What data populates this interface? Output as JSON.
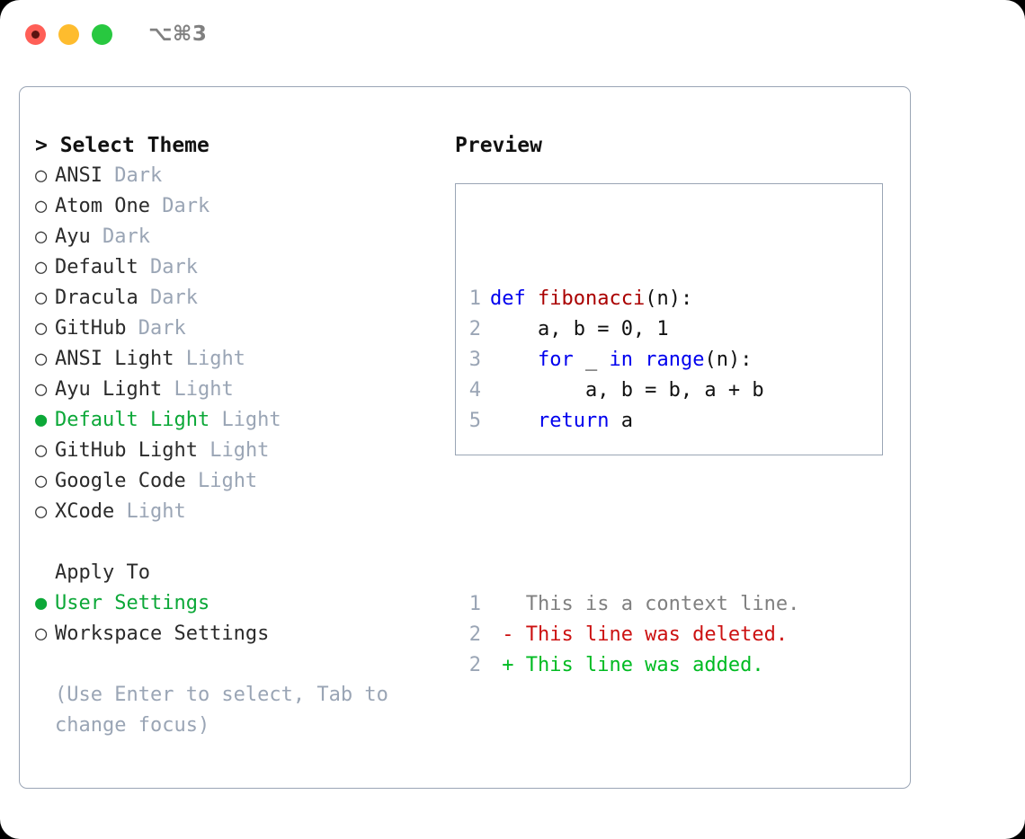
{
  "titlebar": {
    "shortcut": "⌥⌘3",
    "buttons": [
      {
        "name": "close",
        "color": "#ff5f57"
      },
      {
        "name": "minimize",
        "color": "#febc2e"
      },
      {
        "name": "zoom",
        "color": "#28c840"
      }
    ]
  },
  "theme_picker": {
    "heading_caret": "> ",
    "heading": "Select Theme",
    "bullet_selected": "●",
    "bullet_unselected": "○",
    "items": [
      {
        "label": "ANSI",
        "suffix": "Dark",
        "selected": false
      },
      {
        "label": "Atom One",
        "suffix": "Dark",
        "selected": false
      },
      {
        "label": "Ayu",
        "suffix": "Dark",
        "selected": false
      },
      {
        "label": "Default",
        "suffix": "Dark",
        "selected": false
      },
      {
        "label": "Dracula",
        "suffix": "Dark",
        "selected": false
      },
      {
        "label": "GitHub",
        "suffix": "Dark",
        "selected": false
      },
      {
        "label": "ANSI Light",
        "suffix": "Light",
        "selected": false
      },
      {
        "label": "Ayu Light",
        "suffix": "Light",
        "selected": false
      },
      {
        "label": "Default Light",
        "suffix": "Light",
        "selected": true
      },
      {
        "label": "GitHub Light",
        "suffix": "Light",
        "selected": false
      },
      {
        "label": "Google Code",
        "suffix": "Light",
        "selected": false
      },
      {
        "label": "XCode",
        "suffix": "Light",
        "selected": false
      }
    ]
  },
  "apply_to": {
    "heading": "Apply To",
    "items": [
      {
        "label": "User Settings",
        "selected": true
      },
      {
        "label": "Workspace Settings",
        "selected": false
      }
    ]
  },
  "hint": "(Use Enter to select, Tab to change focus)",
  "preview": {
    "heading": "Preview",
    "code_lines": [
      {
        "number": "1",
        "tokens": [
          {
            "text": "def ",
            "type": "kw"
          },
          {
            "text": "fibonacci",
            "type": "fn"
          },
          {
            "text": "(n):",
            "type": "plain"
          }
        ]
      },
      {
        "number": "2",
        "tokens": [
          {
            "text": "    a, b = 0, 1",
            "type": "plain"
          }
        ]
      },
      {
        "number": "3",
        "tokens": [
          {
            "text": "    ",
            "type": "plain"
          },
          {
            "text": "for",
            "type": "kw"
          },
          {
            "text": " _ ",
            "type": "plain"
          },
          {
            "text": "in",
            "type": "kw"
          },
          {
            "text": " ",
            "type": "plain"
          },
          {
            "text": "range",
            "type": "kw"
          },
          {
            "text": "(n):",
            "type": "plain"
          }
        ]
      },
      {
        "number": "4",
        "tokens": [
          {
            "text": "        a, b = b, a + b",
            "type": "plain"
          }
        ]
      },
      {
        "number": "5",
        "tokens": [
          {
            "text": "    ",
            "type": "plain"
          },
          {
            "text": "return",
            "type": "kw"
          },
          {
            "text": " a",
            "type": "plain"
          }
        ]
      }
    ],
    "diff_lines": [
      {
        "number": "1",
        "marker": "  ",
        "text": "This is a context line.",
        "kind": "context"
      },
      {
        "number": "2",
        "marker": "- ",
        "text": "This line was deleted.",
        "kind": "del"
      },
      {
        "number": "2",
        "marker": "+ ",
        "text": "This line was added.",
        "kind": "add"
      }
    ]
  },
  "colors": {
    "accent_green": "#0ca838",
    "muted": "#9aa5b5",
    "border": "#9aa5b5",
    "keyword": "#0000ee",
    "function": "#aa0000",
    "diff_add": "#00bb22",
    "diff_del": "#cc1111",
    "diff_context": "#808080"
  }
}
